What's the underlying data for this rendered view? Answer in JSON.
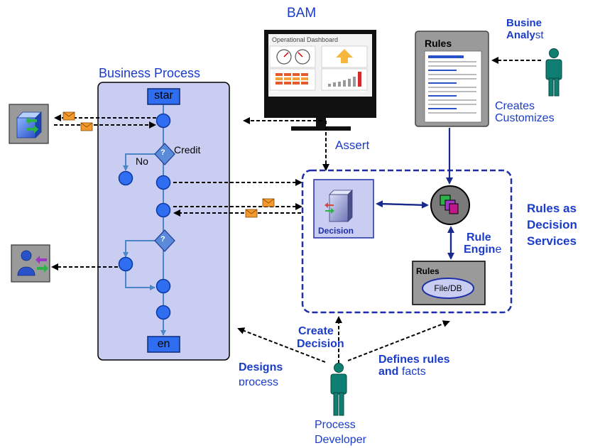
{
  "colors": {
    "title_blue": "#1a3cc8",
    "process_fill": "#c9cdf2",
    "node_blue": "#2f6ef0",
    "flow_line": "#4a86c8",
    "decision_box": "#1e2fa8",
    "grey_panel": "#9a9a9a",
    "person_teal": "#0e7f72",
    "envelope": "#e8891c"
  },
  "bam": {
    "title": "BAM",
    "dashboard_title": "Operational Dashboard",
    "status_left": "•••",
    "status_right": "•••"
  },
  "business_analyst": {
    "line1_bold": "Busine",
    "line2_bold": "Analy",
    "line2_rest": "st",
    "action1": "Creates",
    "action2": "Customizes"
  },
  "rules_panel": {
    "title": "Rules"
  },
  "business_process": {
    "title": "Business Process",
    "start_label": "star",
    "end_label": "en",
    "credit_label": "Credit",
    "no_label": "No",
    "decision_mark": "?"
  },
  "assert_label": "Assert",
  "decision_service": {
    "component_label": "Decision",
    "rule_engine_line1": "Rule",
    "rule_engine_line2_bold": "Engin",
    "rule_engine_line2_rest": "e",
    "store_title": "Rules",
    "store_label": "File/DB",
    "side_line1": "Rules as",
    "side_line2": "Decision",
    "side_line3": "Services"
  },
  "developer": {
    "create_line1": "Create",
    "create_line2": "Decision",
    "designs_line1": "Designs",
    "designs_line2": "process",
    "defines_line1": "Defines rules",
    "defines_line2_bold": "and",
    "defines_line2_rest": " facts",
    "name_line1": "Process",
    "name_line2": "Developer"
  },
  "icons": {
    "system": "cube-exchange-icon",
    "user": "user-exchange-icon",
    "message": "envelope-icon",
    "person": "person-icon",
    "decision": "decision-cube-icon",
    "engine": "rule-engine-cubes-icon"
  }
}
